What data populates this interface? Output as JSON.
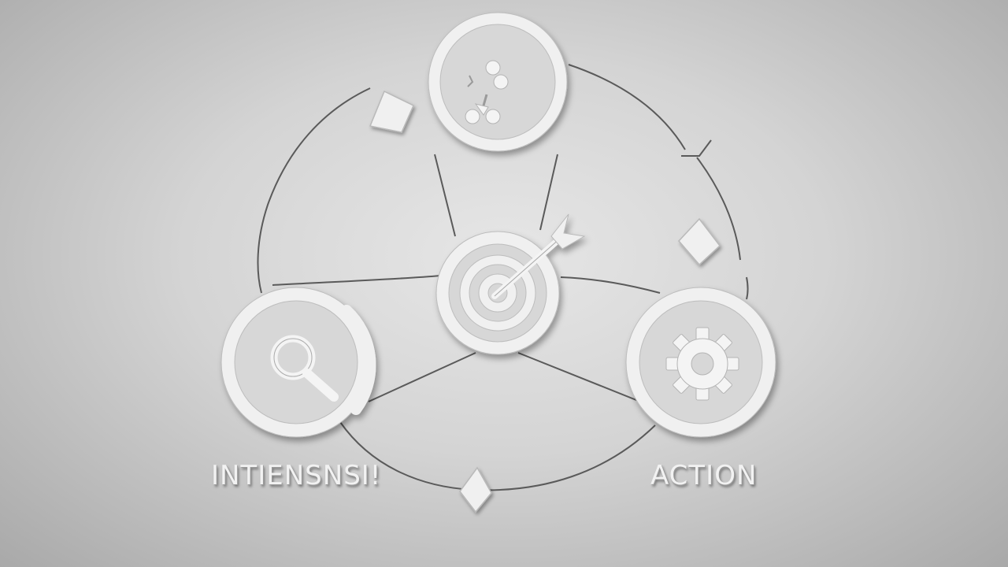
{
  "labels": {
    "left": "INTIENSNSI!",
    "right": "ACTION",
    "top": ""
  },
  "colors": {
    "background": "#d9d9d9",
    "icon_fill": "#f0f0f0",
    "icon_stroke": "#b9b9b9",
    "connector": "#5a5a5a"
  },
  "nodes": [
    {
      "id": "top",
      "icon": "nodes-icon"
    },
    {
      "id": "left",
      "icon": "magnifier-icon"
    },
    {
      "id": "center",
      "icon": "target-icon"
    },
    {
      "id": "right",
      "icon": "gear-icon"
    }
  ]
}
